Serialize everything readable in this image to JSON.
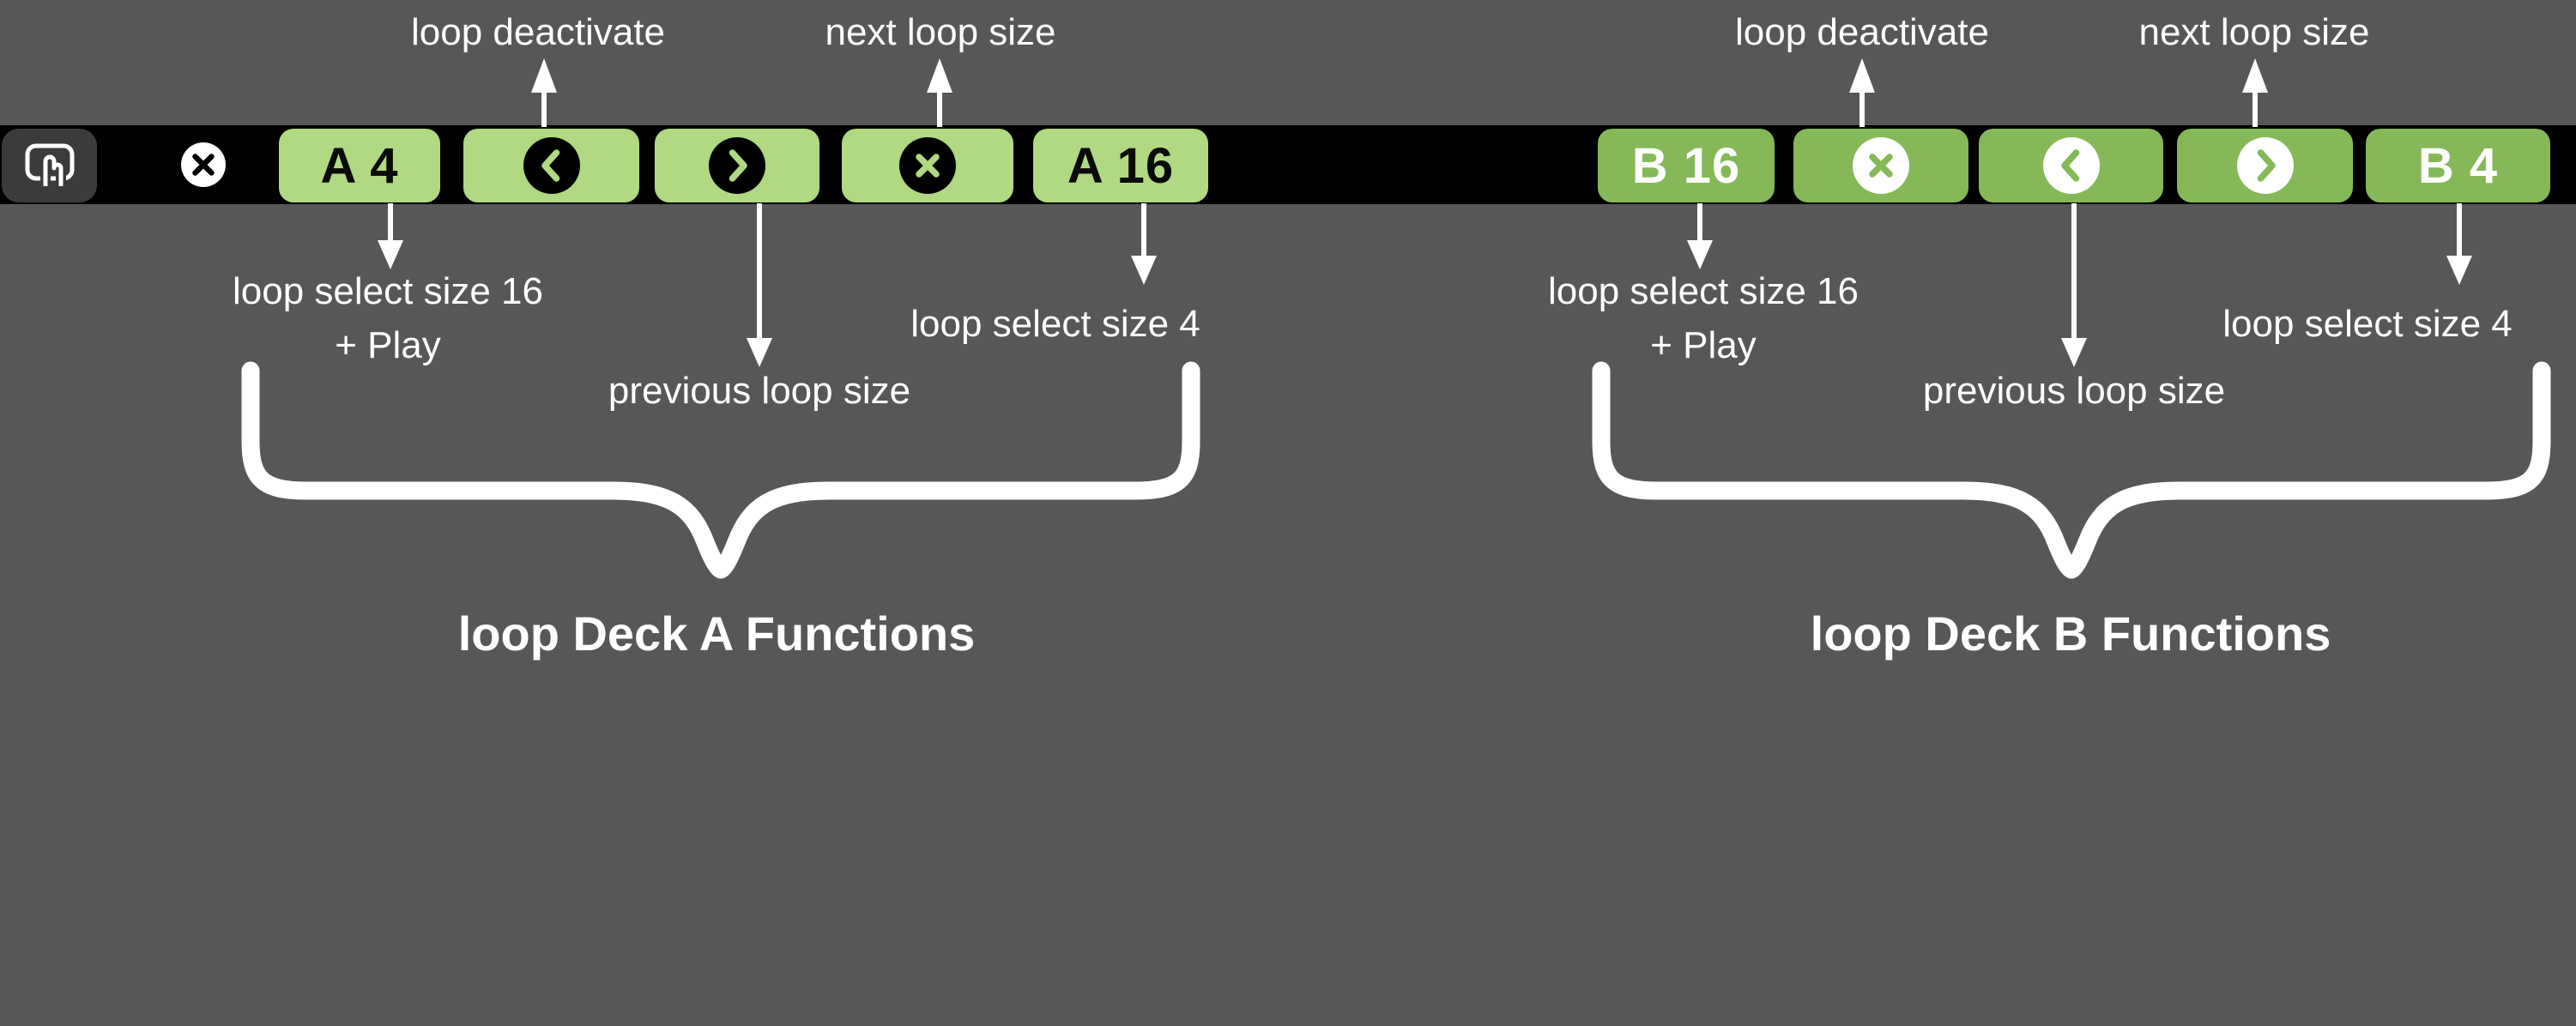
{
  "colors": {
    "background": "#575757",
    "touchbar_black": "#000000",
    "deck_a_green": "#b0d981",
    "deck_b_green": "#85b958",
    "system_button_gray": "#3b3b3b",
    "annotation_white": "#ffffff",
    "deck_a_glyph_color": "#000000",
    "deck_b_glyph_color": "#ffffff"
  },
  "touchbar": {
    "system": {
      "touchbar_icon": "touchbar-finger-icon",
      "close_icon": "close-x-circle-icon"
    },
    "deck_a": {
      "select_4_label": "A 4",
      "select_16_label": "A 16",
      "prev_icon": "chevron-left-circle-icon",
      "next_icon": "chevron-right-circle-icon",
      "deactivate_icon": "x-circle-icon"
    },
    "deck_b": {
      "select_16_label": "B 16",
      "select_4_label": "B 4",
      "prev_icon": "chevron-left-circle-icon",
      "next_icon": "chevron-right-circle-icon",
      "deactivate_icon": "x-circle-icon"
    }
  },
  "annotations": {
    "deck_a": {
      "loop_deactivate": "loop deactivate",
      "next_loop_size": "next loop size",
      "loop_select_16": "loop select size 16",
      "plus_play": "+ Play",
      "previous_loop_size": "previous loop size",
      "loop_select_4": "loop select size 4",
      "title": "loop Deck A Functions"
    },
    "deck_b": {
      "loop_deactivate": "loop deactivate",
      "next_loop_size": "next loop size",
      "loop_select_16": "loop select size 16",
      "plus_play": "+ Play",
      "previous_loop_size": "previous loop size",
      "loop_select_4": "loop select size 4",
      "title": "loop Deck B Functions"
    }
  }
}
